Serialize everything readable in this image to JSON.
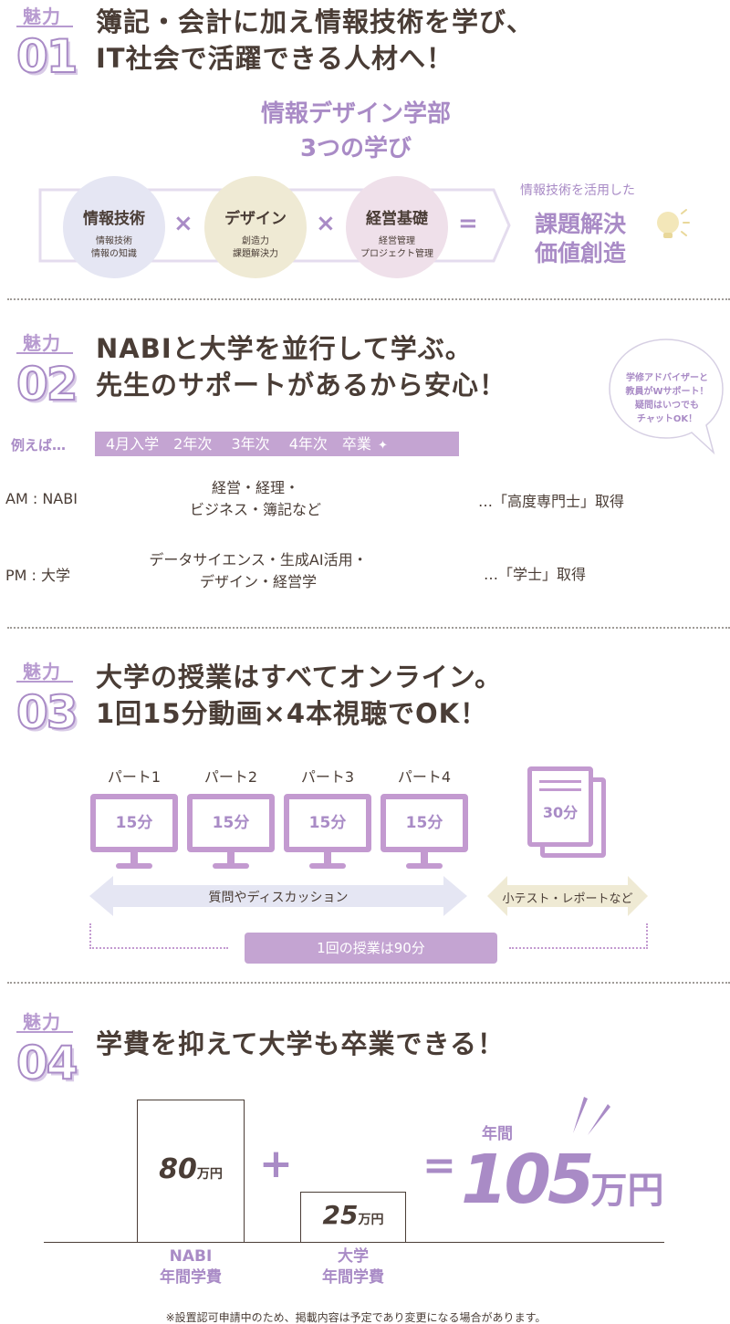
{
  "sections": [
    {
      "label": "魅力",
      "num": "01",
      "title_l1": "簿記・会計に加え情報技術を学び、",
      "title_l2": "IT社会で活躍できる人材へ！"
    },
    {
      "label": "魅力",
      "num": "02",
      "title_l1": "NABIと大学を並行して学ぶ。",
      "title_l2": "先生のサポートがあるから安心！"
    },
    {
      "label": "魅力",
      "num": "03",
      "title_l1": "大学の授業はすべてオンライン。",
      "title_l2": "1回15分動画×4本視聴でOK！"
    },
    {
      "label": "魅力",
      "num": "04",
      "title_l1": "学費を抑えて大学も卒業できる！"
    }
  ],
  "s1": {
    "heading_l1": "情報デザイン学部",
    "heading_l2": "3つの学び",
    "circles": [
      {
        "title": "情報技術",
        "sub1": "情報技術",
        "sub2": "情報の知識"
      },
      {
        "title": "デザイン",
        "sub1": "創造力",
        "sub2": "課題解決力"
      },
      {
        "title": "経営基礎",
        "sub1": "経営管理",
        "sub2": "プロジェクト管理"
      }
    ],
    "times": "×",
    "equals": "=",
    "result_pre": "情報技術を活用した",
    "result_l1": "課題解決",
    "result_l2": "価値創造",
    "colors": {
      "c1": "#e5e6f3",
      "c2": "#efead4",
      "c3": "#efe0ea",
      "accent": "#a98bc6"
    }
  },
  "s2": {
    "bubble_l1": "学修アドバイザーと",
    "bubble_l2": "教員がWサポート！",
    "bubble_l3": "疑問はいつでも",
    "bubble_l4": "チャットOK！",
    "example": "例えば…",
    "timeline": "4月入学　2年次　 3年次　 4年次　卒業",
    "am_label": "AM : NABI",
    "am_l1": "経営・経理・",
    "am_l2": "ビジネス・簿記など",
    "am_result": "…「高度専門士」取得",
    "pm_label": "PM : 大学",
    "pm_l1": "データサイエンス・生成AI活用・",
    "pm_l2": "デザイン・経営学",
    "pm_result": "…「学士」取得"
  },
  "s3": {
    "parts": [
      {
        "label": "パート1",
        "min": "15分"
      },
      {
        "label": "パート2",
        "min": "15分"
      },
      {
        "label": "パート3",
        "min": "15分"
      },
      {
        "label": "パート4",
        "min": "15分"
      }
    ],
    "test_min": "30分",
    "discussion": "質問やディスカッション",
    "test_label": "小テスト・レポートなど",
    "total": "1回の授業は90分"
  },
  "s4": {
    "nabi_amount": "80",
    "univ_amount": "25",
    "unit": "万円",
    "plus": "+",
    "equals": "=",
    "annual": "年間",
    "total_num": "105",
    "total_unit": "万円",
    "nabi_l1": "NABI",
    "nabi_l2": "年間学費",
    "univ_l1": "大学",
    "univ_l2": "年間学費",
    "note": "※設置認可申請中のため、掲載内容は予定であり変更になる場合があります。"
  }
}
